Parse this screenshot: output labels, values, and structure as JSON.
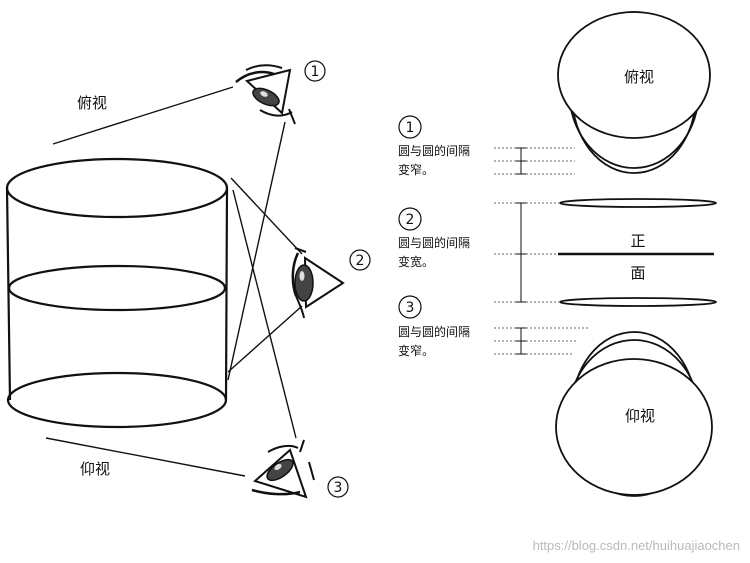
{
  "left": {
    "top_view_label": "俯视",
    "bottom_view_label": "仰视",
    "eye_numbers": [
      "①",
      "②",
      "③"
    ]
  },
  "right": {
    "top_circle_label": "俯视",
    "bottom_circle_label": "仰视",
    "front_label_1": "正",
    "front_label_2": "面",
    "notes": [
      {
        "num": "①",
        "line1": "圆与圆的间隔",
        "line2": "变窄。"
      },
      {
        "num": "②",
        "line1": "圆与圆的间隔",
        "line2": "变宽。"
      },
      {
        "num": "③",
        "line1": "圆与圆的间隔",
        "line2": "变窄。"
      }
    ]
  },
  "watermark": "https://blog.csdn.net/huihuajiaochen"
}
